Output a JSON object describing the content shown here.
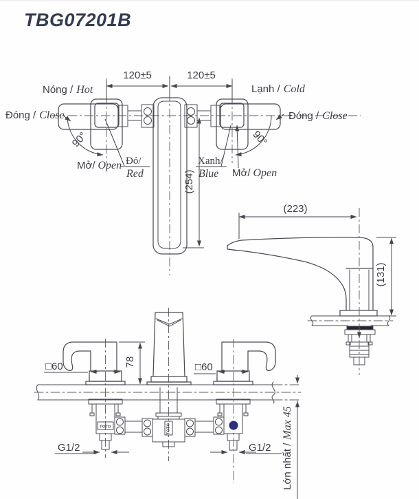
{
  "title": "TBG07201B",
  "brand": "TOTO",
  "colors": {
    "line": "#4b4b54",
    "text": "#3c3c45",
    "title": "#343b4f",
    "indicator_blue": "#2b2e7f",
    "seal_dark": "#26262e"
  },
  "top_view": {
    "hot": {
      "vi": "Nóng /",
      "en": "Hot"
    },
    "cold": {
      "vi": "Lạnh /",
      "en": "Cold"
    },
    "close_left": {
      "vi": "Đóng /",
      "en": "Close"
    },
    "close_right": {
      "vi": "Đóng /",
      "en": "Close"
    },
    "open_left": {
      "vi": "Mở/",
      "en": "Open"
    },
    "open_right": {
      "vi": "Mở/",
      "en": "Open"
    },
    "red": {
      "vi": "Đỏ/",
      "en": "Red"
    },
    "blue": {
      "vi": "Xanh/",
      "en": "Blue"
    },
    "angle_left": "90°",
    "angle_right": "90°",
    "dim_left": "120±5",
    "dim_right": "120±5",
    "dim_spout_length": "(254)"
  },
  "side_view": {
    "dim_reach": "(223)",
    "dim_height": "(131)"
  },
  "front_view": {
    "dim_handle_height": "78",
    "dim_handle_width_left": "□60",
    "dim_handle_width_right": "□60",
    "thread_left": "G1/2",
    "thread_right": "G1/2",
    "max_deck": {
      "vi": "Lớn nhất /",
      "en": "Max 45"
    }
  }
}
